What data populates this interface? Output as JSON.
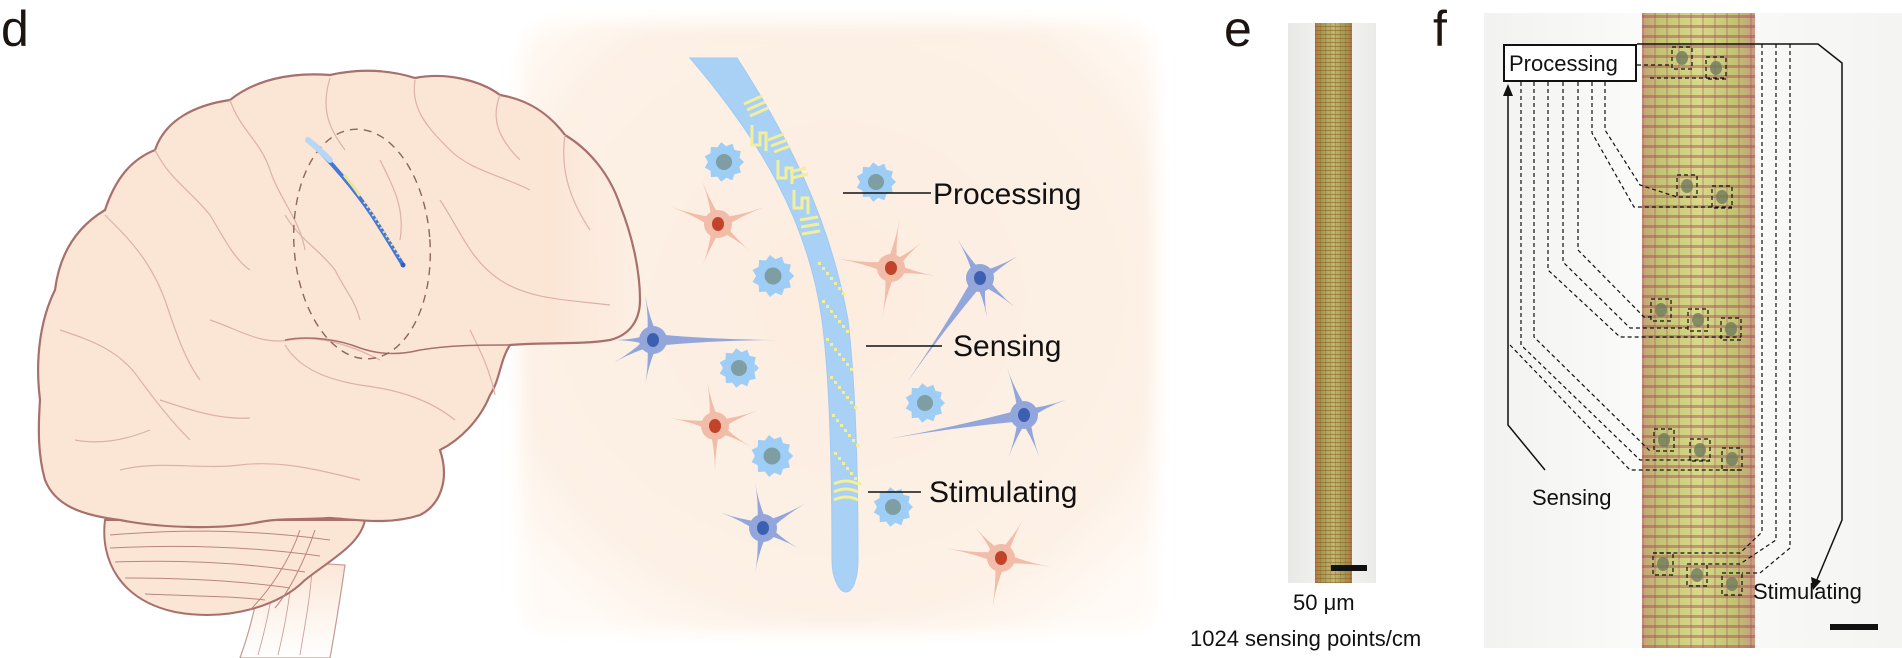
{
  "panels": {
    "d": {
      "letter": "d",
      "labels": {
        "processing": "Processing",
        "sensing": "Sensing",
        "stimulating": "Stimulating"
      },
      "colors": {
        "brain_fill": "#fbe6d6",
        "brain_outline": "#a8706c",
        "panel_bg": "#fdf0e4",
        "probe": "#a9d1f6",
        "probe_pattern": "#f3ee9a",
        "microglia": "#9ecdf5",
        "microglia_nucleus": "#7f9ea3",
        "astrocyte": "#f1bca8",
        "astrocyte_nucleus": "#c0432a",
        "neuron": "#93a6dc",
        "neuron_nucleus": "#3d5fb0"
      }
    },
    "e": {
      "letter": "e",
      "scale_label": "50 μm",
      "density_label": "1024 sensing points/cm"
    },
    "f": {
      "letter": "f",
      "labels": {
        "processing": "Processing",
        "sensing": "Sensing",
        "stimulating": "Stimulating"
      }
    }
  }
}
